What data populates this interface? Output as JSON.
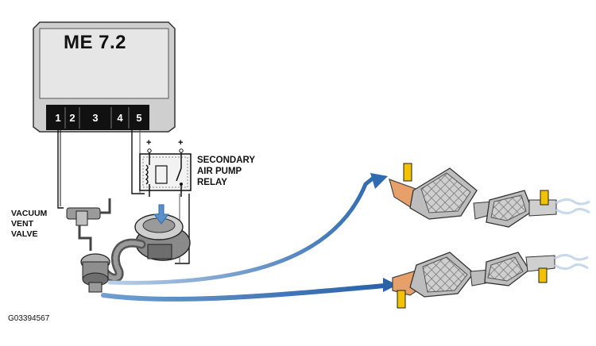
{
  "ecu": {
    "title": "ME 7.2",
    "pins": [
      "1",
      "2",
      "3",
      "4",
      "5"
    ]
  },
  "relay": {
    "label_line1": "SECONDARY",
    "label_line2": "AIR PUMP",
    "label_line3": "RELAY",
    "plus_left": "+",
    "plus_right": "+"
  },
  "vacuum_vent_valve": {
    "label_line1": "VACUUM",
    "label_line2": "VENT",
    "label_line3": "VALVE"
  },
  "figure_code": "G03394567",
  "colors": {
    "ecu_body": "#e3e3e3",
    "ecu_connector": "#111111",
    "air_flow": "#3e78b8",
    "catalyst_housing": "#bdbdbd",
    "hot_exhaust": "#e8a06a",
    "sensor": "#f2c200"
  }
}
